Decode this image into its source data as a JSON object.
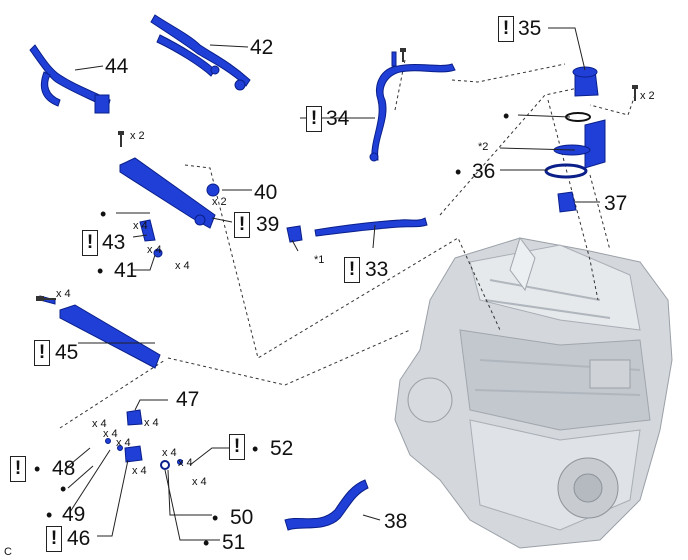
{
  "corner_code": "C",
  "warning_glyph": "!",
  "bullet": "•",
  "colors": {
    "part_blue": "#1f3fd6",
    "part_dark": "#0a1f8a",
    "engine_gray": "#cfd3d8",
    "leader": "#222222"
  },
  "parts": {
    "p35": "35",
    "p34": "34",
    "p36": "36",
    "p37": "37",
    "p42": "42",
    "p44": "44",
    "p40": "40",
    "p39": "39",
    "p43": "43",
    "p41": "41",
    "p33": "33",
    "p45": "45",
    "p47": "47",
    "p48": "48",
    "p52": "52",
    "p49": "49",
    "p46": "46",
    "p50": "50",
    "p51": "51",
    "p38": "38"
  },
  "qty": {
    "x2": "x 2",
    "x4": "x 4"
  },
  "notes": {
    "n1": "*1",
    "n2": "*2"
  }
}
